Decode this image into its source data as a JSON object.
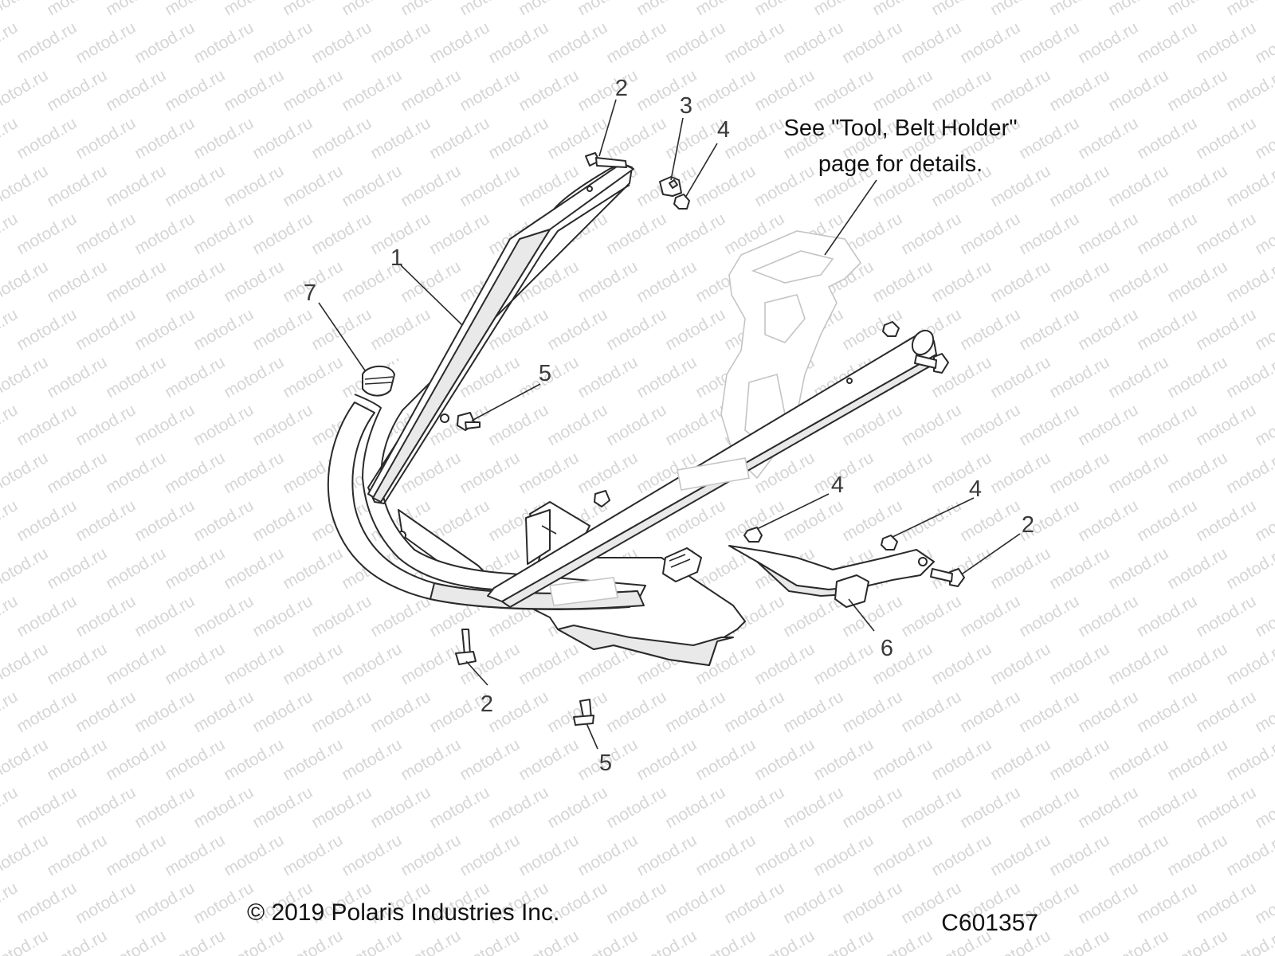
{
  "watermark": {
    "text": "motod.ru"
  },
  "note": {
    "line1": "See \"Tool, Belt Holder\"",
    "line2": "page for details."
  },
  "callouts": {
    "c1": "1",
    "c2a": "2",
    "c2b": "2",
    "c2c": "2",
    "c3": "3",
    "c4a": "4",
    "c4b": "4",
    "c4c": "4",
    "c5a": "5",
    "c5b": "5",
    "c6": "6",
    "c7": "7"
  },
  "footer": {
    "copyright": "© 2019 Polaris Industries Inc.",
    "code": "C601357"
  },
  "colors": {
    "line": "#2a2a2a",
    "watermark": "#d6d6d6",
    "ghost": "#c4c4c4"
  }
}
